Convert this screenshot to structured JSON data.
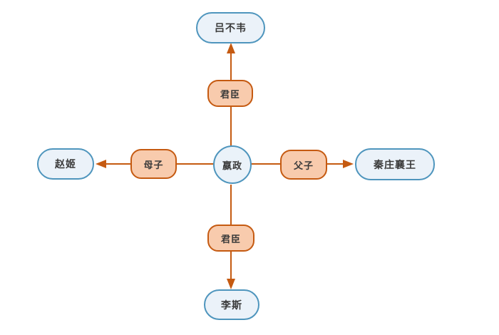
{
  "diagram": {
    "type": "relationship-map",
    "center_node": {
      "label": "嬴政",
      "shape": "circle"
    },
    "entity_nodes": {
      "top": {
        "label": "吕不韦"
      },
      "left": {
        "label": "赵姬"
      },
      "right": {
        "label": "秦庄襄王"
      },
      "bottom": {
        "label": "李斯"
      }
    },
    "relation_labels": {
      "top": {
        "label": "君臣"
      },
      "left": {
        "label": "母子"
      },
      "right": {
        "label": "父子"
      },
      "bottom": {
        "label": "君臣"
      }
    },
    "edges": [
      {
        "from": "嬴政",
        "to": "吕不韦",
        "label": "君臣",
        "direction": "outward-up"
      },
      {
        "from": "嬴政",
        "to": "赵姬",
        "label": "母子",
        "direction": "outward-left"
      },
      {
        "from": "嬴政",
        "to": "秦庄襄王",
        "label": "父子",
        "direction": "outward-right"
      },
      {
        "from": "嬴政",
        "to": "李斯",
        "label": "君臣",
        "direction": "outward-down"
      }
    ],
    "colors": {
      "entity_fill": "#ebf2f9",
      "entity_border": "#4e95bd",
      "relation_fill": "#f8cbad",
      "relation_border": "#c55a11",
      "connector": "#c55a11",
      "text": "#3a3a3a",
      "background": "#ffffff"
    }
  }
}
